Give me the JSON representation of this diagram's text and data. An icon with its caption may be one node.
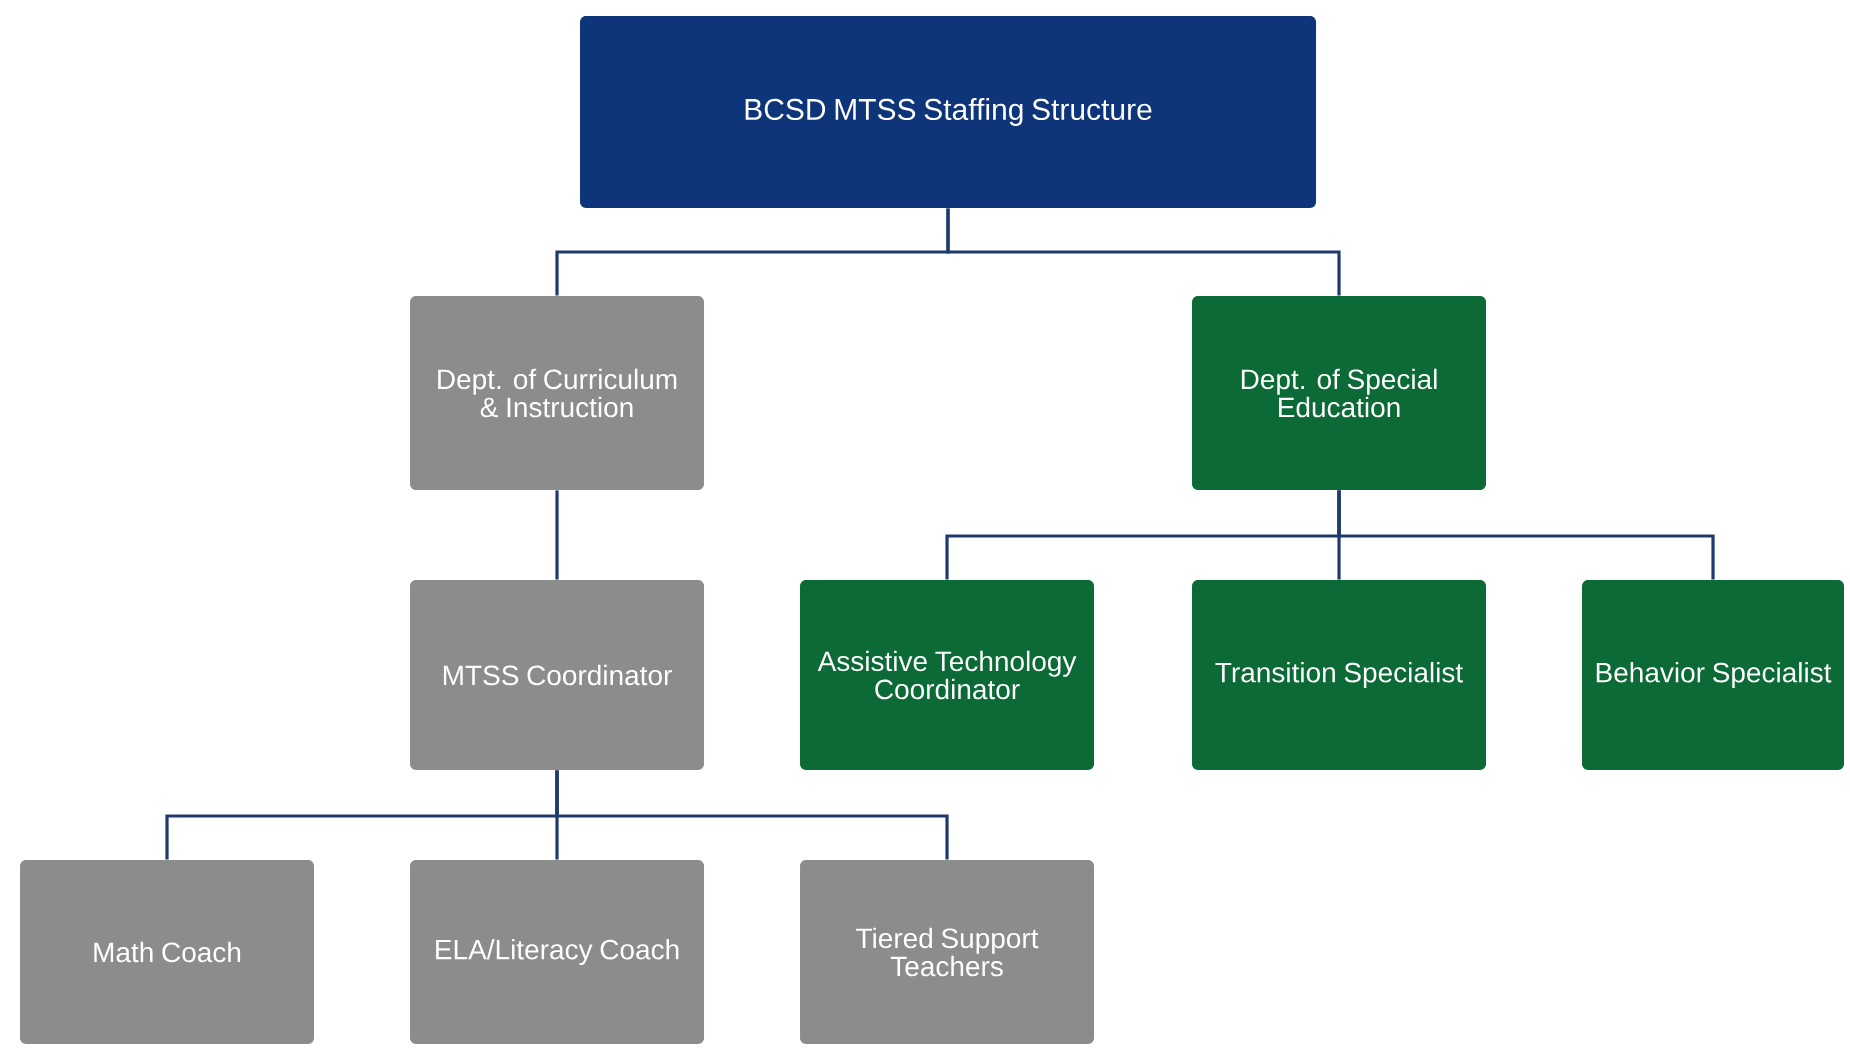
{
  "diagram": {
    "nodes": [
      {
        "text": [
          "BCSD MTSS Staffing Structure"
        ]
      },
      {
        "text": [
          "Dept. of Curriculum & Instruction"
        ]
      },
      {
        "text": [
          "Dept. of Special Education"
        ]
      },
      {
        "text": [
          "MTSS Coordinator"
        ]
      },
      {
        "text": [
          "Assistive Technology Coordinator"
        ]
      },
      {
        "text": [
          "Transition Specialist"
        ]
      },
      {
        "text": [
          "Behavior Specialist"
        ]
      },
      {
        "text": [
          "Math Coach"
        ]
      },
      {
        "text": [
          "ELA/Literacy Coach"
        ]
      },
      {
        "text": [
          "Tiered Support Teachers"
        ]
      }
    ],
    "edges": [
      {
        "from": 0,
        "to": 1,
        "arrow": "none"
      },
      {
        "from": 0,
        "to": 2,
        "arrow": "none"
      },
      {
        "from": 1,
        "to": 3,
        "arrow": "none"
      },
      {
        "from": 2,
        "to": 4,
        "arrow": "none"
      },
      {
        "from": 2,
        "to": 5,
        "arrow": "none"
      },
      {
        "from": 2,
        "to": 6,
        "arrow": "none"
      },
      {
        "from": 3,
        "to": 7,
        "arrow": "none"
      },
      {
        "from": 3,
        "to": 8,
        "arrow": "none"
      },
      {
        "from": 3,
        "to": 9,
        "arrow": "none"
      }
    ]
  }
}
